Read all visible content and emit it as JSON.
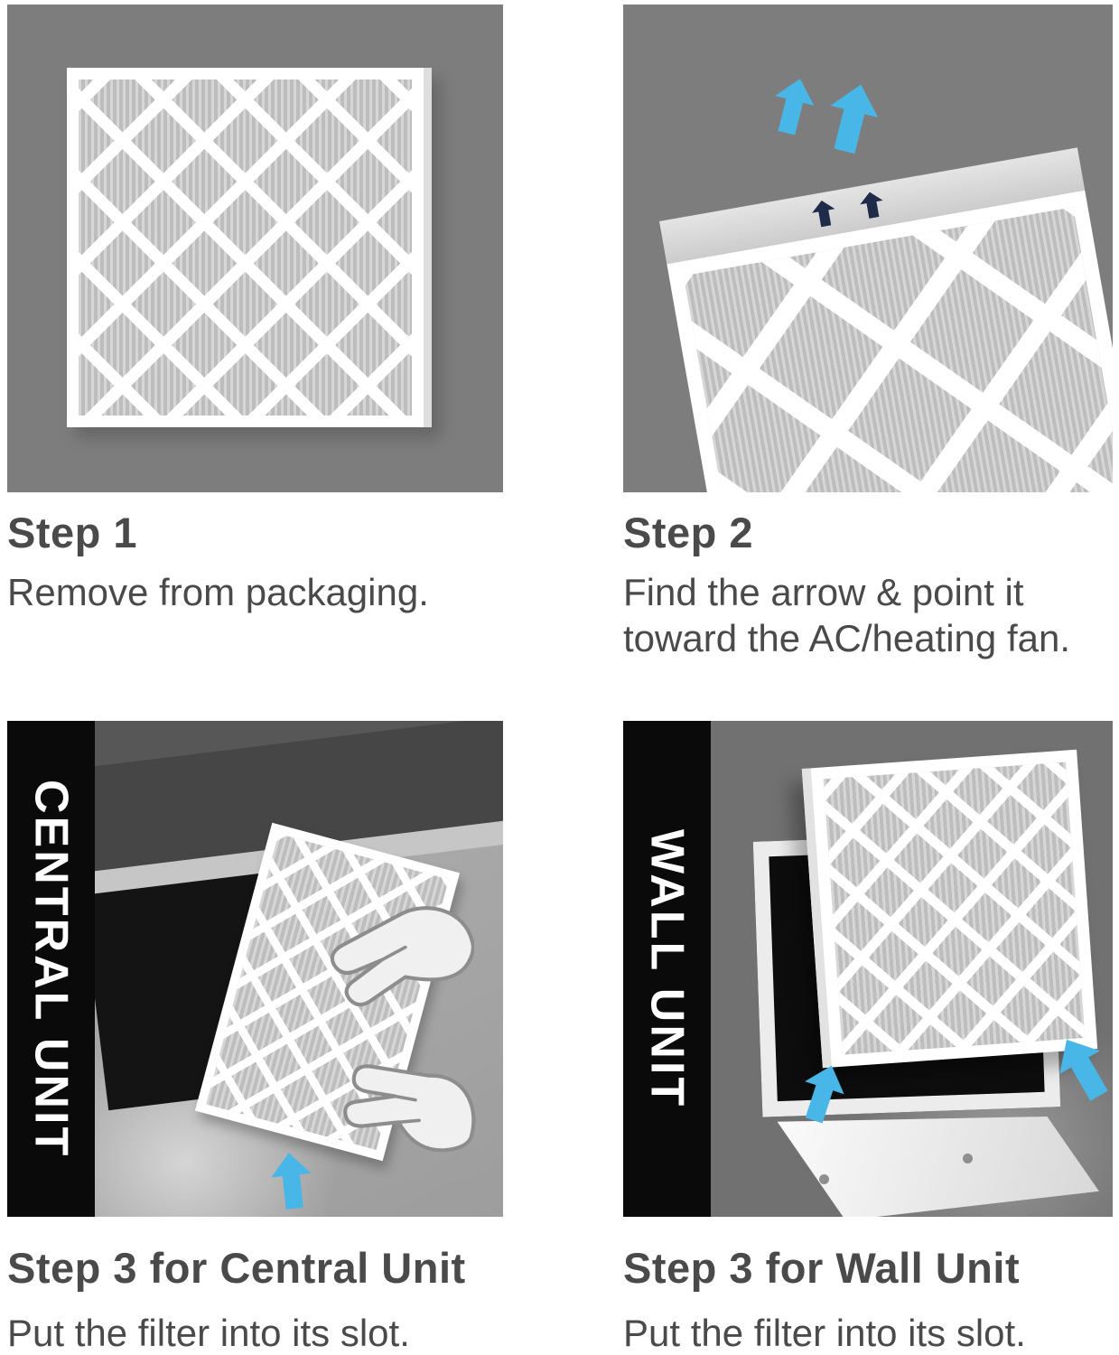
{
  "colors": {
    "panel_gray": "#7d7d7d",
    "scene_light_gray": "#a6a6a6",
    "scene_dark_gray": "#6f6f6f",
    "filter_media": "#c9c9c9",
    "text": "#4a4a4a",
    "arrow_blue": "#49b6e8",
    "arrow_navy": "#1f2c49",
    "banner_black": "#0a0a0a"
  },
  "icons": {
    "airflow_arrow_blue": "block-arrow-up",
    "airflow_arrow_printed": "block-arrow-up",
    "hand": "stylized-hand",
    "screw": "round-screw-dot"
  },
  "steps": [
    {
      "id": "step-1",
      "title": "Step 1",
      "description": "Remove from packaging."
    },
    {
      "id": "step-2",
      "title": "Step 2",
      "description": "Find the arrow & point it toward the AC/heating fan."
    },
    {
      "id": "step-3-central",
      "title": "Step 3 for Central Unit",
      "description": "Put the filter into its slot.",
      "banner": "CENTRAL UNIT"
    },
    {
      "id": "step-3-wall",
      "title": "Step 3 for Wall Unit",
      "description": "Put the filter into its slot.",
      "banner": "WALL UNIT"
    }
  ]
}
